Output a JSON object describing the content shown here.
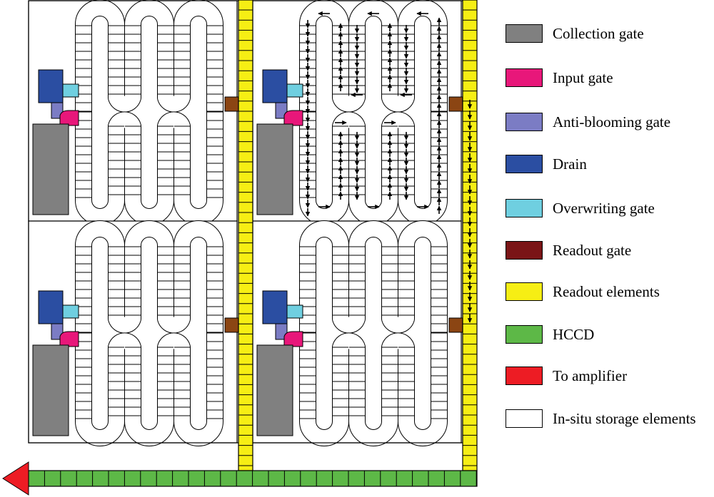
{
  "legend": [
    {
      "label": "Collection gate",
      "color": "#808080",
      "icon": "collection-gate-swatch"
    },
    {
      "label": "Input gate",
      "color": "#e8177a",
      "icon": "input-gate-swatch"
    },
    {
      "label": "Anti-blooming gate",
      "color": "#7b7cc4",
      "icon": "anti-blooming-gate-swatch"
    },
    {
      "label": "Drain",
      "color": "#2b4ea2",
      "icon": "drain-swatch"
    },
    {
      "label": "Overwriting gate",
      "color": "#6fcfe0",
      "icon": "overwriting-gate-swatch"
    },
    {
      "label": "Readout gate",
      "color": "#7a1416",
      "icon": "readout-gate-swatch"
    },
    {
      "label": "Readout elements",
      "color": "#f6ee14",
      "icon": "readout-elements-swatch"
    },
    {
      "label": "HCCD",
      "color": "#5db847",
      "icon": "hccd-swatch"
    },
    {
      "label": "To amplifier",
      "color": "#ed1c24",
      "icon": "to-amplifier-swatch"
    },
    {
      "label": "In-situ storage elements",
      "color": "#ffffff",
      "icon": "in-situ-storage-swatch"
    }
  ],
  "colors": {
    "readout_gate_drawn": "#8b4513",
    "line": "#000000",
    "arrow": "#000000"
  }
}
